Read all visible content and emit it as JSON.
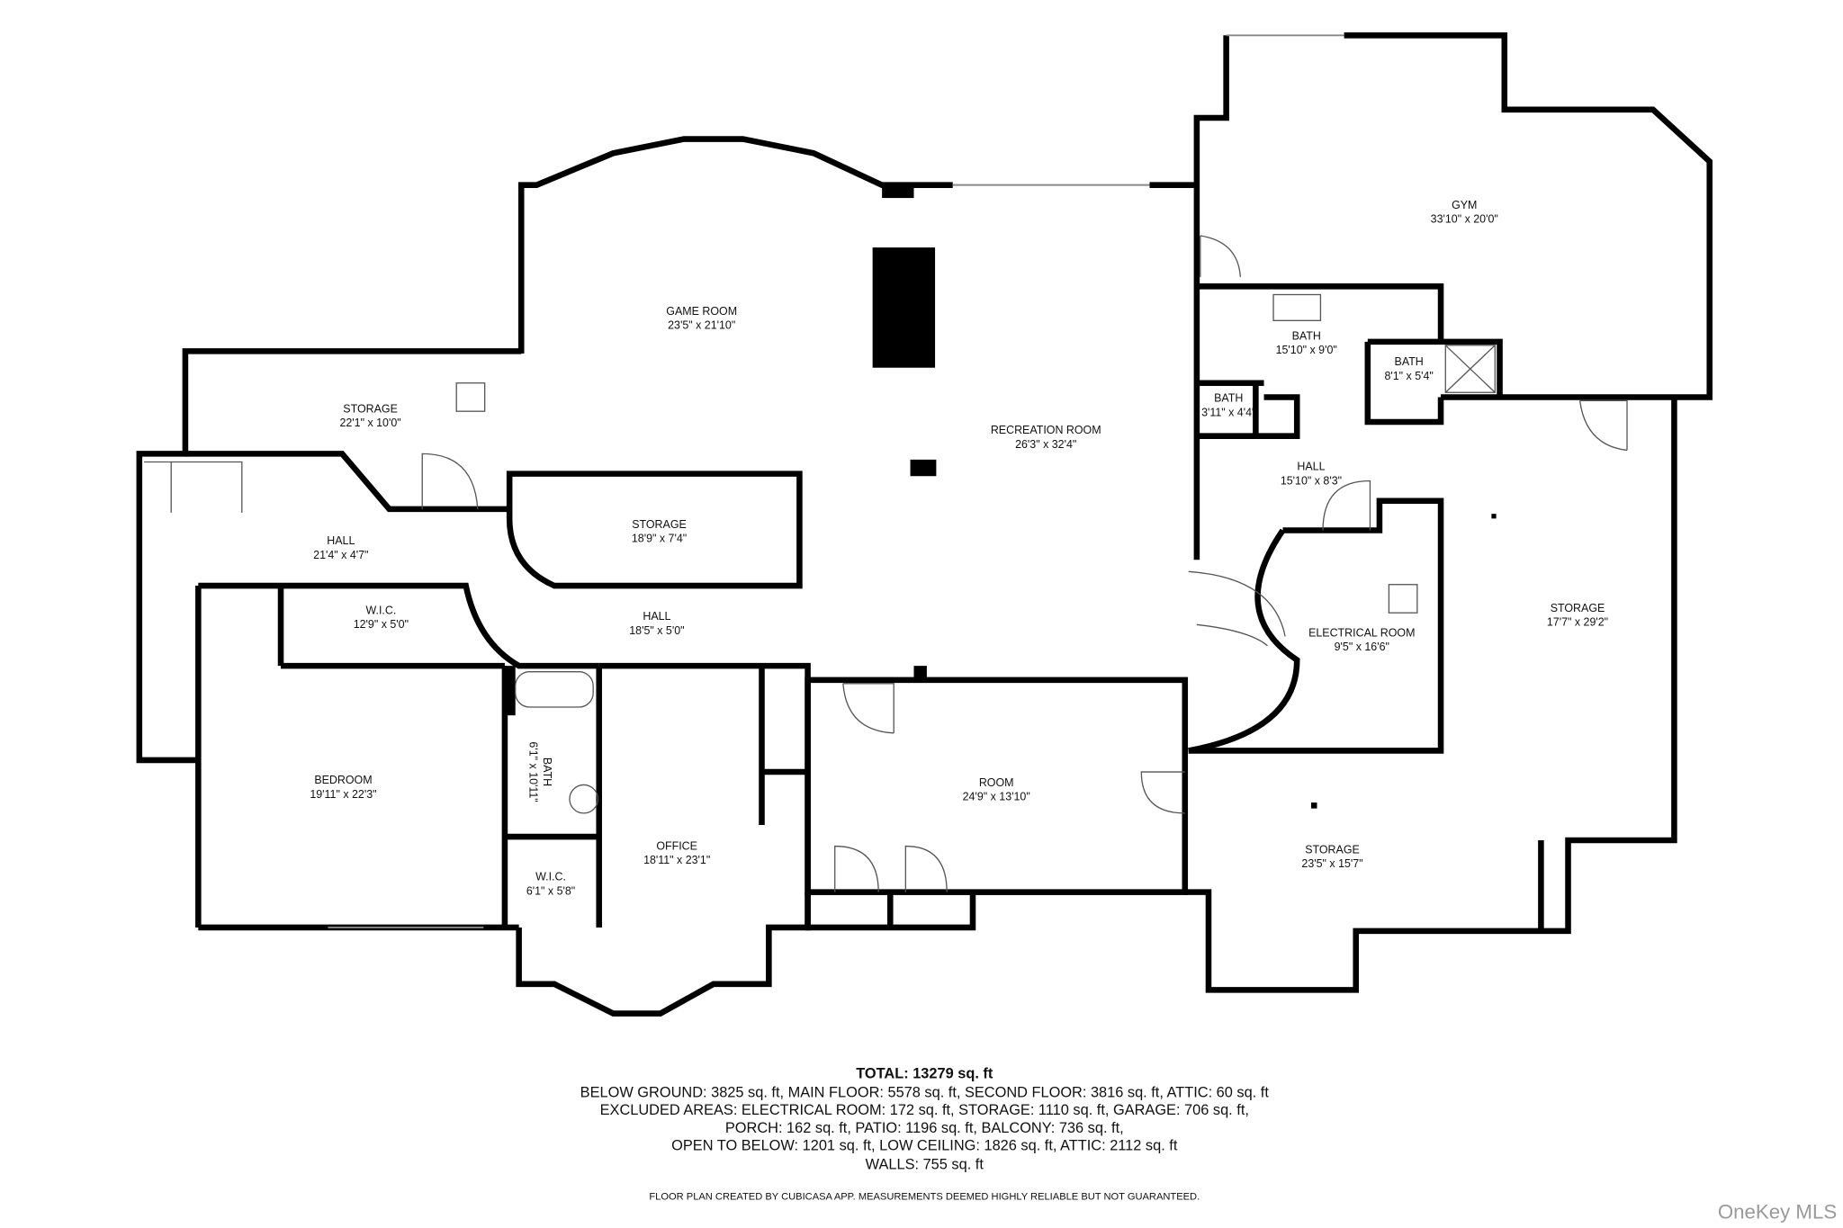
{
  "rooms": [
    {
      "name": "GAME ROOM",
      "dims": "23'5\" x 21'10\""
    },
    {
      "name": "RECREATION ROOM",
      "dims": "26'3\" x 32'4\""
    },
    {
      "name": "GYM",
      "dims": "33'10\" x 20'0\""
    },
    {
      "name": "BATH",
      "dims": "15'10\" x 9'0\""
    },
    {
      "name": "BATH",
      "dims": "8'1\" x 5'4\""
    },
    {
      "name": "BATH",
      "dims": "3'11\" x 4'4\""
    },
    {
      "name": "HALL",
      "dims": "15'10\" x 8'3\""
    },
    {
      "name": "STORAGE",
      "dims": "22'1\" x 10'0\""
    },
    {
      "name": "STORAGE",
      "dims": "18'9\" x 7'4\""
    },
    {
      "name": "HALL",
      "dims": "21'4\" x 4'7\""
    },
    {
      "name": "W.I.C.",
      "dims": "12'9\" x 5'0\""
    },
    {
      "name": "HALL",
      "dims": "18'5\" x 5'0\""
    },
    {
      "name": "ELECTRICAL ROOM",
      "dims": "9'5\" x 16'6\""
    },
    {
      "name": "STORAGE",
      "dims": "17'7\" x 29'2\""
    },
    {
      "name": "BEDROOM",
      "dims": "19'11\" x 22'3\""
    },
    {
      "name": "BATH",
      "dims": "6'1\" x 10'11\""
    },
    {
      "name": "W.I.C.",
      "dims": "6'1\" x 5'8\""
    },
    {
      "name": "OFFICE",
      "dims": "18'11\" x 23'1\""
    },
    {
      "name": "ROOM",
      "dims": "24'9\" x 13'10\""
    },
    {
      "name": "STORAGE",
      "dims": "23'5\" x 15'7\""
    }
  ],
  "summary": {
    "total": "TOTAL: 13279 sq. ft",
    "lines": [
      "BELOW GROUND: 3825 sq. ft, MAIN FLOOR: 5578 sq. ft, SECOND FLOOR: 3816 sq. ft, ATTIC: 60 sq. ft",
      "EXCLUDED AREAS: ELECTRICAL ROOM: 172 sq. ft, STORAGE: 1110 sq. ft, GARAGE: 706 sq. ft,",
      "PORCH: 162 sq. ft, PATIO: 1196 sq. ft, BALCONY: 736 sq. ft,",
      "OPEN TO BELOW: 1201 sq. ft, LOW CEILING: 1826 sq. ft, ATTIC: 2112 sq. ft",
      "WALLS: 755 sq. ft"
    ],
    "disclaimer": "FLOOR PLAN CREATED BY CUBICASA APP. MEASUREMENTS DEEMED HIGHLY RELIABLE BUT NOT GUARANTEED."
  },
  "watermark": "OneKey MLS"
}
